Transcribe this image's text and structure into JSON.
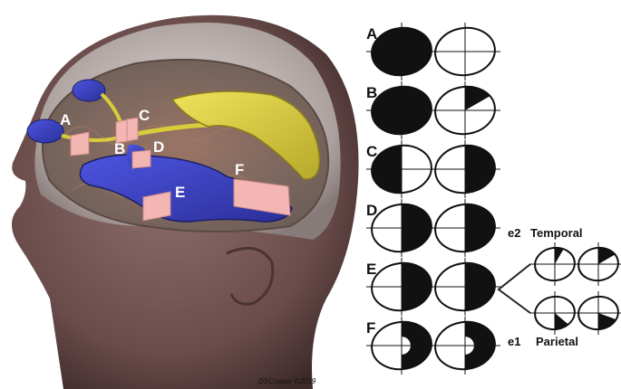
{
  "illustration": {
    "markers": [
      {
        "key": "A",
        "label": "A"
      },
      {
        "key": "B",
        "label": "B"
      },
      {
        "key": "C",
        "label": "C"
      },
      {
        "key": "D",
        "label": "D"
      },
      {
        "key": "E",
        "label": "E"
      },
      {
        "key": "F",
        "label": "F"
      }
    ],
    "signature": "DSCooper ©2019"
  },
  "fields": {
    "rows": [
      {
        "label": "A",
        "left": "full",
        "right": "empty"
      },
      {
        "label": "B",
        "left": "full",
        "right": "wedge-upper-right"
      },
      {
        "label": "C",
        "left": "left-half",
        "right": "right-half"
      },
      {
        "label": "D",
        "left": "right-half",
        "right": "right-half"
      },
      {
        "label": "E",
        "left": "right-half",
        "right": "right-half"
      },
      {
        "label": "F",
        "left": "right-half-sparing",
        "right": "right-half-sparing"
      }
    ]
  },
  "expansion": {
    "groups": [
      {
        "code": "e2",
        "name": "Temporal",
        "left": "small-wedge-upper",
        "right": "wedge-upper-right"
      },
      {
        "code": "e1",
        "name": "Parietal",
        "left": "small-wedge-lower",
        "right": "wedge-lower-right"
      }
    ]
  },
  "colors": {
    "skin": "#6e5150",
    "brain": "#8a6a5a",
    "optic_blue": "#3a3fbf",
    "optic_yellow": "#d8cc3a",
    "marker_pink": "#f3b6b2",
    "field_black": "#111111"
  }
}
